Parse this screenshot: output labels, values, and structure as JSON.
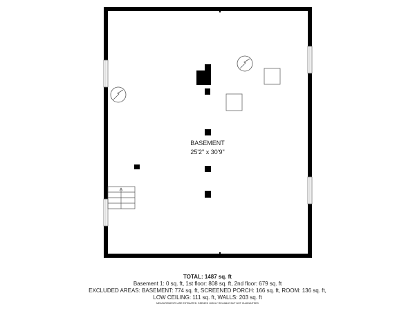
{
  "room": {
    "name": "BASEMENT",
    "dimensions": "25'2\" x 30'9\""
  },
  "footer": {
    "total": "TOTAL: 1487 sq. ft",
    "floors": "Basement 1: 0 sq. ft, 1st floor: 808 sq. ft, 2nd floor: 679 sq. ft",
    "excluded_line1": "EXCLUDED AREAS: BASEMENT: 774 sq. ft, SCREENED PORCH: 166 sq. ft, ROOM: 136 sq. ft,",
    "excluded_line2": "LOW CEILING: 111 sq. ft, WALLS: 203 sq. ft",
    "disclaimer": "MEASUREMENTS ARE ESTIMATED. DEEMED HIGHLY RELIABLE BUT NOT GUARANTEED"
  },
  "colors": {
    "wall": "#000000",
    "line": "#555555",
    "text": "#222222"
  }
}
